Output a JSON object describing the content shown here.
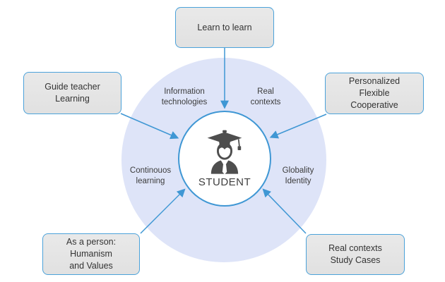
{
  "diagram": {
    "center": {
      "label": "STUDENT"
    },
    "ring_labels": {
      "information_technologies": {
        "line1": "Information",
        "line2": "technologies"
      },
      "real_contexts": {
        "line1": "Real",
        "line2": "contexts"
      },
      "continuous_learning": {
        "line1": "Continouos",
        "line2": "learning"
      },
      "globality_identity": {
        "line1": "Globality",
        "line2": "Identity"
      }
    },
    "boxes": {
      "learn_to_learn": {
        "line1": "Learn to learn"
      },
      "guide_teacher": {
        "line1": "Guide teacher",
        "line2": "Learning"
      },
      "personalized": {
        "line1": "Personalized",
        "line2": "Flexible",
        "line3": "Cooperative"
      },
      "as_a_person": {
        "line1": "As a person:",
        "line2": "Humanism",
        "line3": "and Values"
      },
      "real_contexts_study_cases": {
        "line1": "Real contexts",
        "line2": "Study Cases"
      }
    },
    "colors": {
      "accent_blue": "#3f97d4",
      "outer_circle_fill": "#dee4f8",
      "box_fill": "#e4e4e4",
      "box_border": "#4ba2da",
      "text": "#3a3a3a",
      "icon": "#4e4e4e"
    }
  }
}
